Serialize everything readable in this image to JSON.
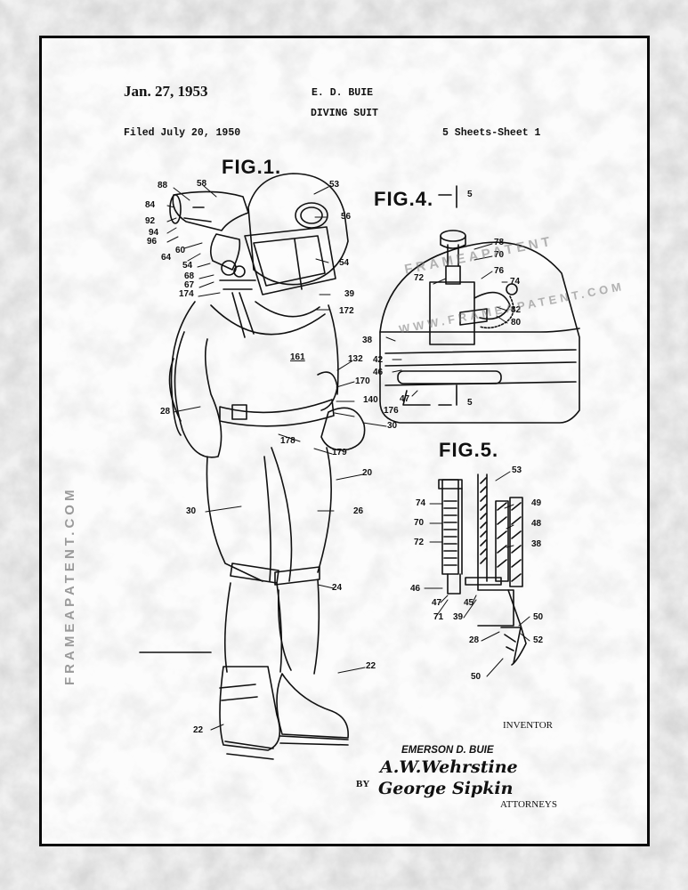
{
  "patent": {
    "date": "Jan. 27, 1953",
    "inventor_name": "E. D. BUIE",
    "title": "DIVING SUIT",
    "filed": "Filed July 20, 1950",
    "sheets": "5 Sheets-Sheet 1"
  },
  "figures": {
    "fig1": "FIG.1.",
    "fig4": "FIG.4.",
    "fig5": "FIG.5."
  },
  "fig1_refs": [
    "88",
    "58",
    "53",
    "84",
    "56",
    "92",
    "94",
    "96",
    "60",
    "64",
    "54",
    "54",
    "68",
    "67",
    "174",
    "39",
    "172",
    "161",
    "132",
    "170",
    "140",
    "176",
    "28",
    "30",
    "178",
    "179",
    "20",
    "30",
    "26",
    "24",
    "22",
    "22"
  ],
  "fig4_refs": [
    "5",
    "78",
    "70",
    "72",
    "76",
    "74",
    "82",
    "80",
    "38",
    "42",
    "46",
    "47",
    "5"
  ],
  "fig5_refs": [
    "53",
    "74",
    "49",
    "70",
    "48",
    "72",
    "38",
    "46",
    "47",
    "45",
    "71",
    "39",
    "50",
    "28",
    "52",
    "50"
  ],
  "signature": {
    "inventor_caption": "INVENTOR",
    "inventor_full": "EMERSON D. BUIE",
    "by": "BY",
    "sig1": "A.W.Wehrstine",
    "sig2": "George Sipkin",
    "attorneys": "ATTORNEYS"
  },
  "watermarks": {
    "side": "FRAMEAPATENT.COM",
    "diag1": "FRAMEAPATENT",
    "diag2": "WWW.FRAMEAPATENT.COM"
  }
}
